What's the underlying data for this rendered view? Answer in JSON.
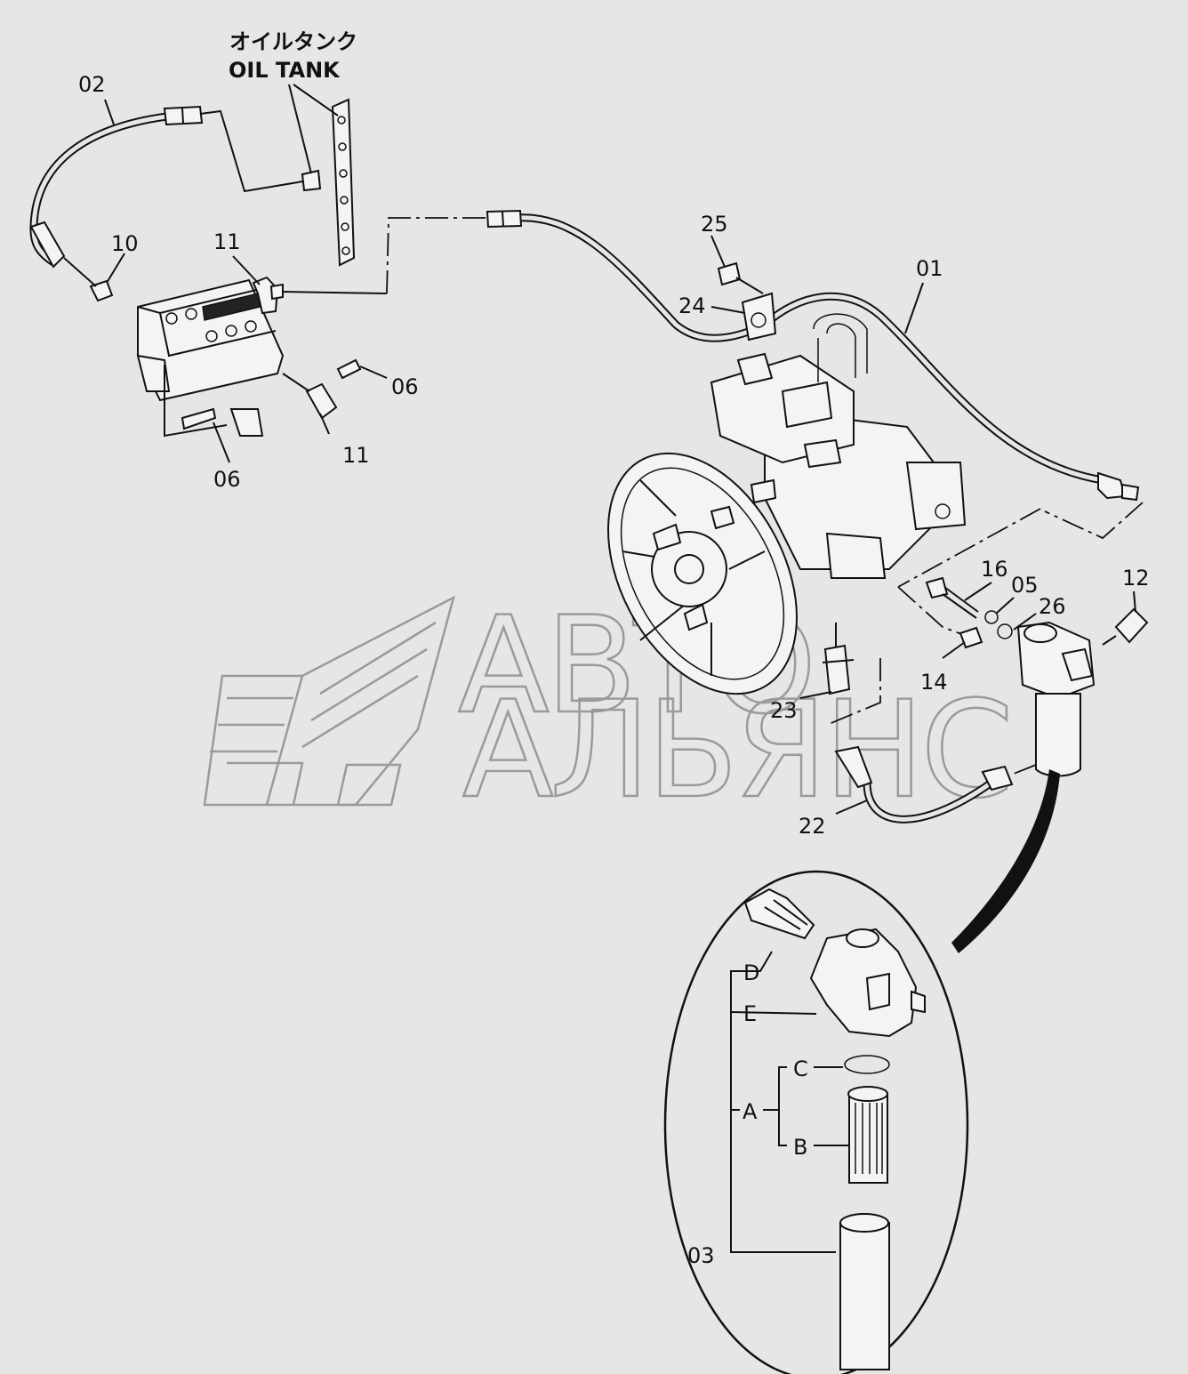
{
  "tank": {
    "title_jp": "オイルタンク",
    "title_en": "OIL TANK"
  },
  "labels": {
    "p01": "01",
    "p02": "02",
    "p03": "03",
    "p05": "05",
    "p06a": "06",
    "p06b": "06",
    "p10": "10",
    "p11a": "11",
    "p11b": "11",
    "p12": "12",
    "p14": "14",
    "p16": "16",
    "p22": "22",
    "p23": "23",
    "p24": "24",
    "p25": "25",
    "p26": "26",
    "pA": "A",
    "pB": "B",
    "pC": "C",
    "pD": "D",
    "pE": "E"
  },
  "watermark": {
    "line1": "АВТО",
    "line2": "АЛЬЯНС"
  }
}
